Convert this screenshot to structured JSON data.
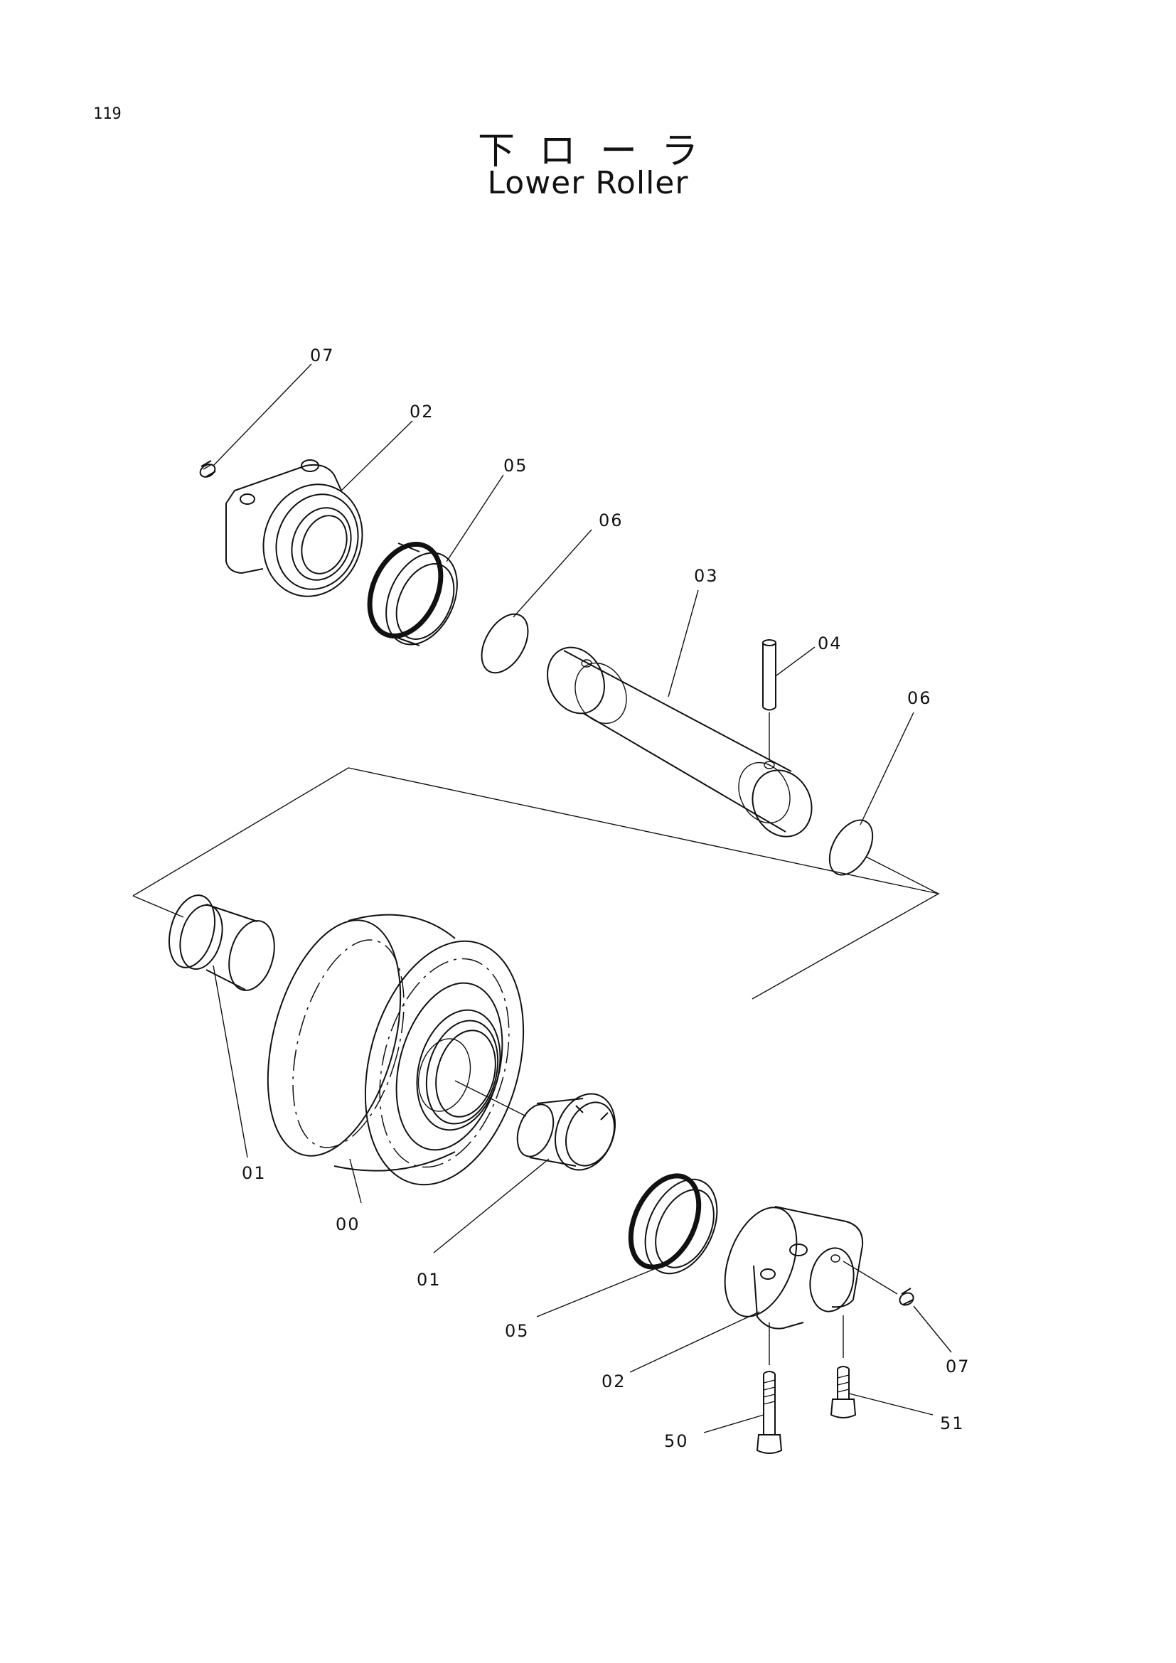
{
  "page_number": "119",
  "title_ja": "下ローラ",
  "title_en": "Lower Roller",
  "callouts": {
    "c07_top": "07",
    "c02_top": "02",
    "c05_top": "05",
    "c06_top": "06",
    "c03": "03",
    "c04": "04",
    "c06_right": "06",
    "c01_left": "01",
    "c00": "00",
    "c01_bottom": "01",
    "c05_bottom": "05",
    "c02_bottom": "02",
    "c07_bottom": "07",
    "c50": "50",
    "c51": "51"
  }
}
